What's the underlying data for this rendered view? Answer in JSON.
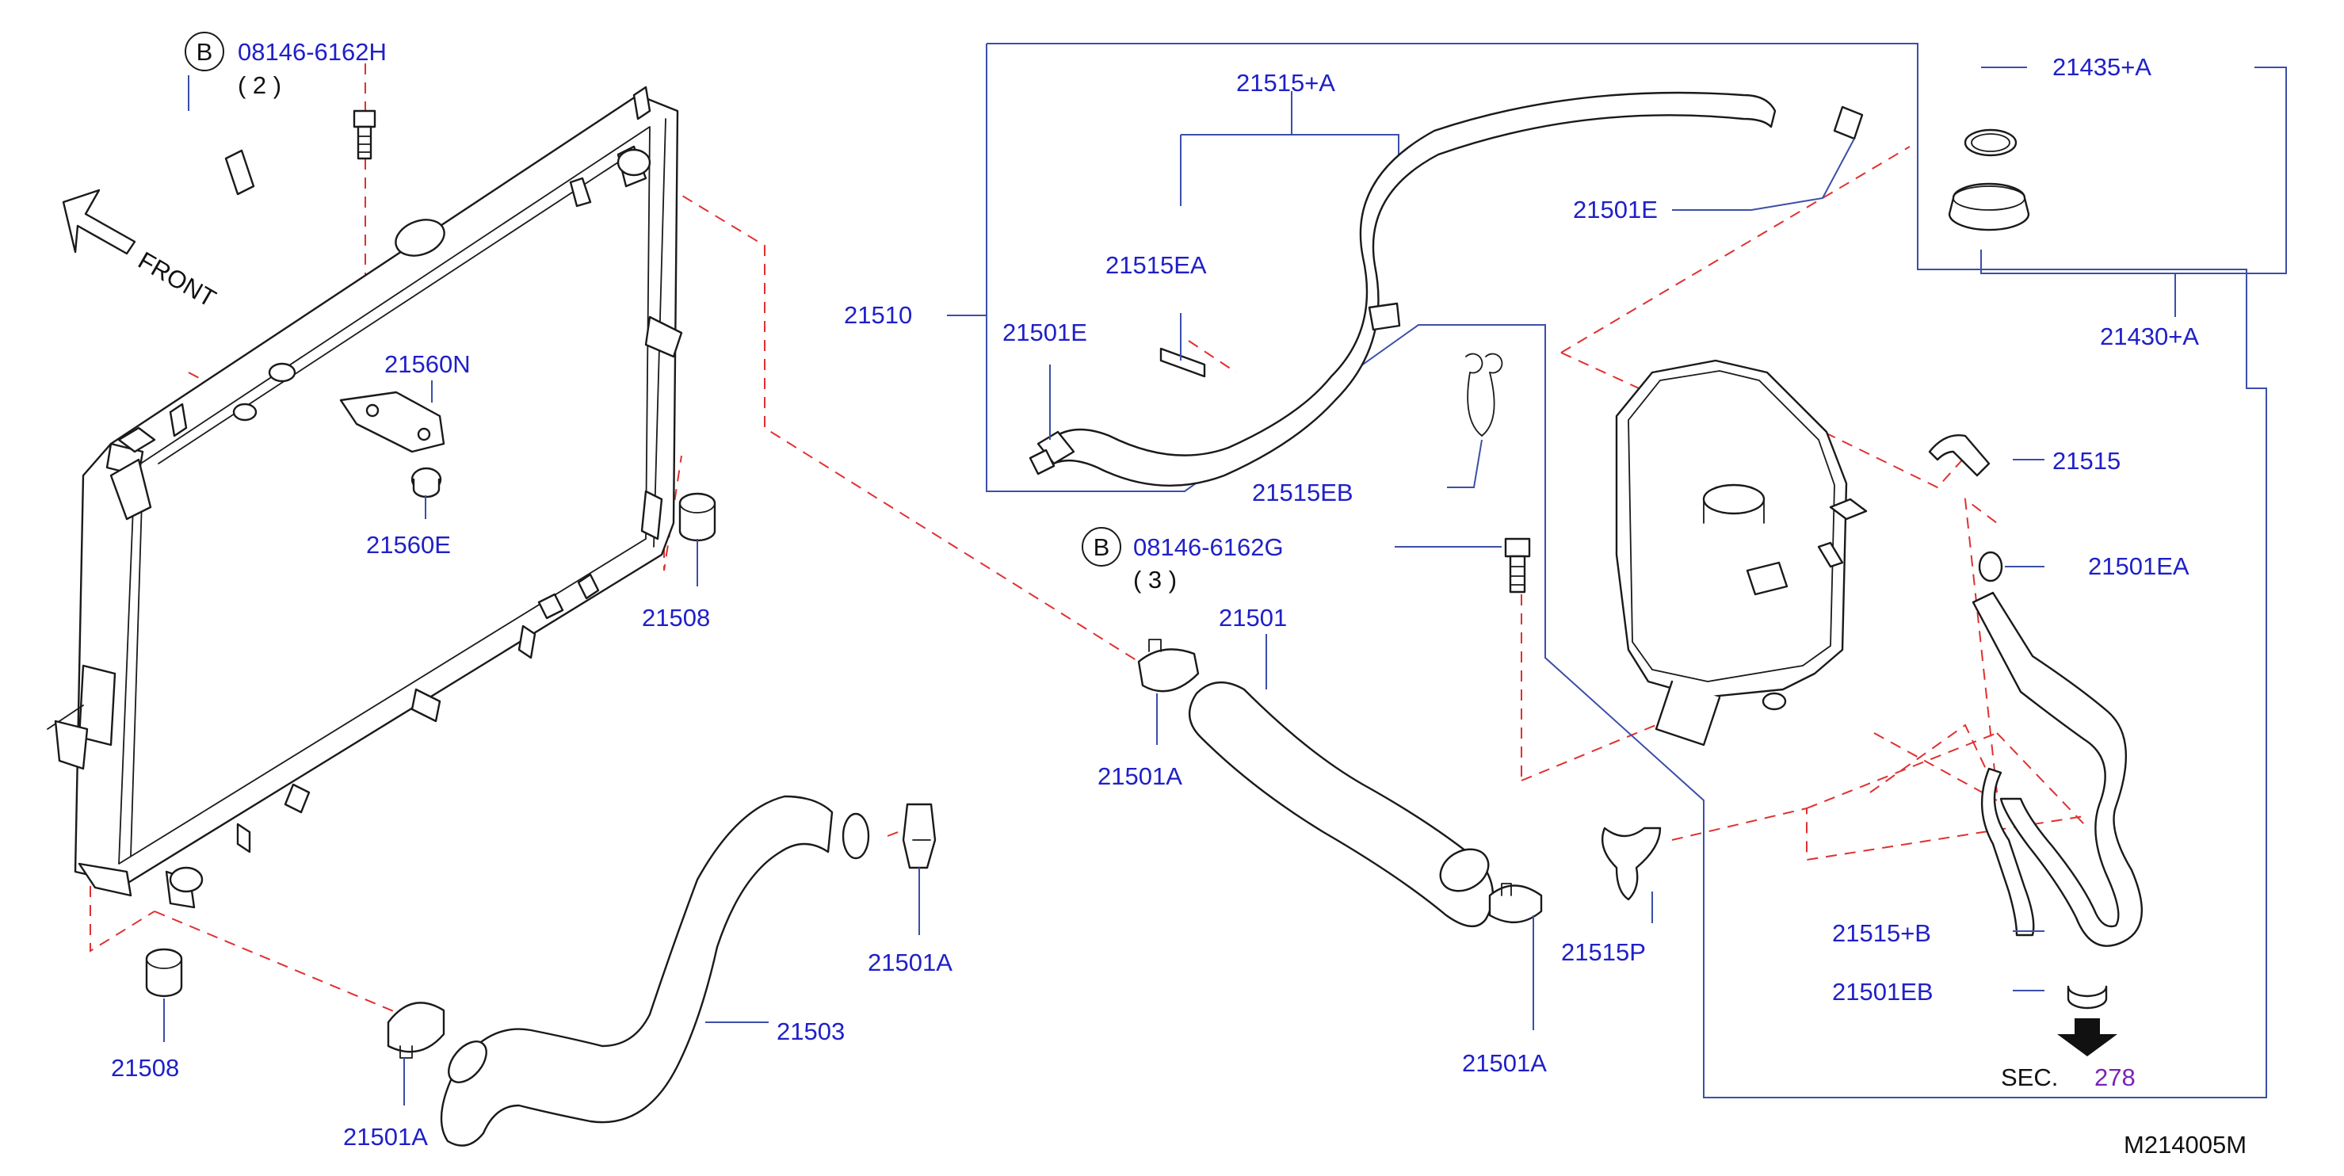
{
  "diagram_code": "M214005M",
  "orientation": {
    "text": "FRONT"
  },
  "bolt_refs": [
    {
      "badge": "B",
      "code": "08146-6162H",
      "qty": "( 2 )"
    },
    {
      "badge": "B",
      "code": "08146-6162G",
      "qty": "( 3 )"
    }
  ],
  "parts": {
    "p21515A": "21515+A",
    "p21435A": "21435+A",
    "p21501E_top": "21501E",
    "p21515EA": "21515EA",
    "p21510": "21510",
    "p21501E_left": "21501E",
    "p21430A": "21430+A",
    "p21560N": "21560N",
    "p21515EB": "21515EB",
    "p21515": "21515",
    "p21560E": "21560E",
    "p21501EA": "21501EA",
    "p21508_right": "21508",
    "p21501": "21501",
    "p21501A_mid": "21501A",
    "p21501A_clip": "21501A",
    "p21503": "21503",
    "p21515P": "21515P",
    "p21515B": "21515+B",
    "p21501EB": "21501EB",
    "p21508_left": "21508",
    "p21501A_lower": "21501A",
    "p21501A_bottom": "21501A"
  },
  "section_ref": {
    "prefix": "SEC.",
    "number": "278"
  },
  "colors": {
    "label": "#1f20c8",
    "leader": "#3b4fa8",
    "phantom": "#e03030",
    "section": "#7b22b8"
  }
}
